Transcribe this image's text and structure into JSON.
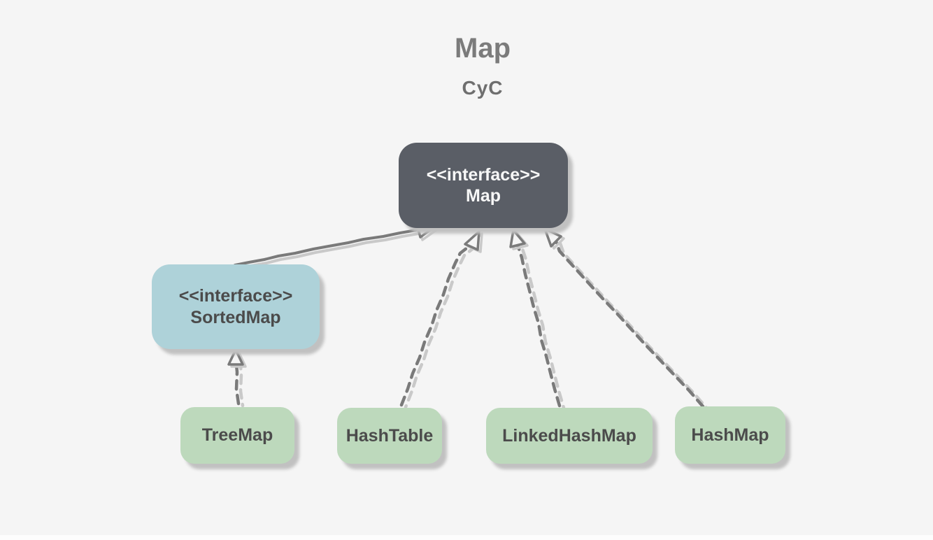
{
  "title": {
    "text": "Map",
    "subtitle": "CyC"
  },
  "nodes": {
    "map": {
      "stereotype": "<<interface>>",
      "name": "Map"
    },
    "sortedmap": {
      "stereotype": "<<interface>>",
      "name": "SortedMap"
    },
    "treemap": {
      "name": "TreeMap"
    },
    "hashtable": {
      "name": "HashTable"
    },
    "linkedhashmap": {
      "name": "LinkedHashMap"
    },
    "hashmap": {
      "name": "HashMap"
    }
  },
  "edges": [
    {
      "from": "SortedMap",
      "to": "Map",
      "type": "extends",
      "style": "solid"
    },
    {
      "from": "TreeMap",
      "to": "SortedMap",
      "type": "implements",
      "style": "dashed"
    },
    {
      "from": "HashTable",
      "to": "Map",
      "type": "implements",
      "style": "dashed"
    },
    {
      "from": "LinkedHashMap",
      "to": "Map",
      "type": "implements",
      "style": "dashed"
    },
    {
      "from": "HashMap",
      "to": "Map",
      "type": "implements",
      "style": "dashed"
    }
  ],
  "colors": {
    "background": "#f5f5f5",
    "interface_box": "#5a5e66",
    "interface_box_text": "#f7f7f7",
    "sorted_map_box": "#aed2d9",
    "implementation_box": "#bdd9bc",
    "node_text": "#4b4b4b",
    "title_text": "#7b7b7b",
    "arrow": "#7a7a7a",
    "arrow_shadow": "#c9c9c9",
    "box_shadow": "#c1c1c1"
  }
}
